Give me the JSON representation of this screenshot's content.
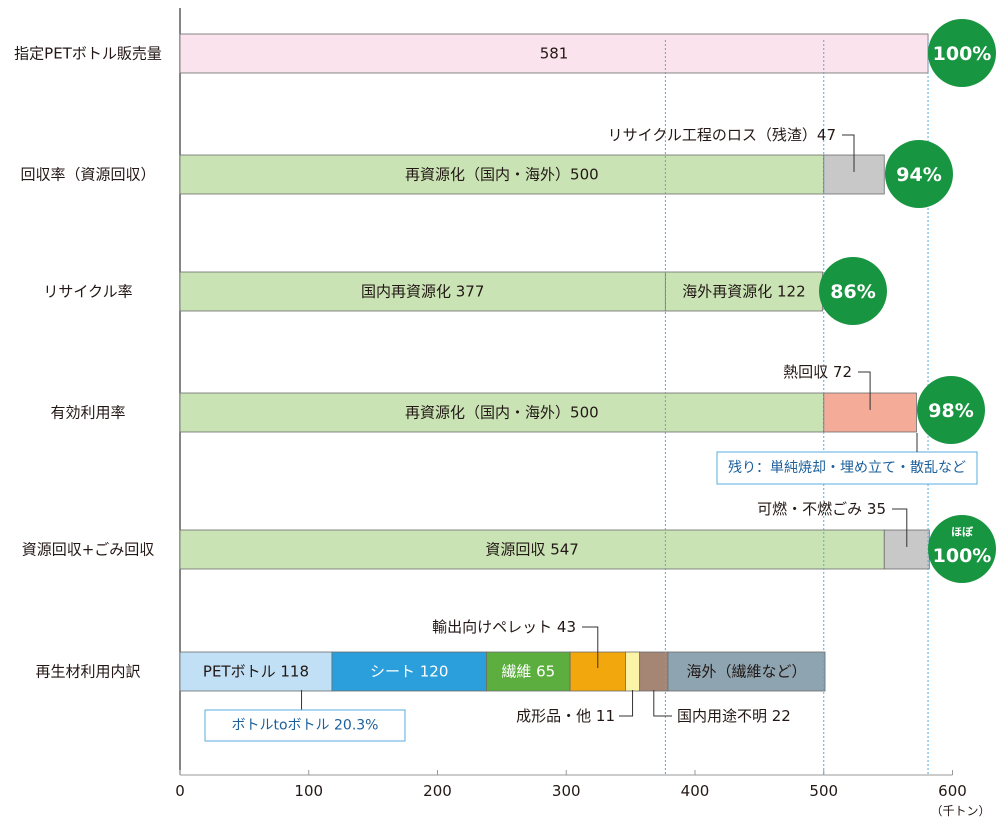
{
  "chart_data": {
    "type": "bar",
    "orientation": "horizontal",
    "stacked": true,
    "x_unit_label": "（千トン）",
    "xlim": [
      0,
      600
    ],
    "x_ticks": [
      "0",
      "100",
      "200",
      "300",
      "400",
      "500",
      "600"
    ],
    "reference_lines": [
      377,
      500,
      581
    ],
    "colors": {
      "sales": "#fae3ec",
      "recycle": "#c9e3b5",
      "residual": "#c8c8c8",
      "heat": "#f4ab97",
      "pet": "#c1e0f5",
      "sheet": "#2a9fdb",
      "fiber": "#5cae3f",
      "pellet": "#f2a80c",
      "molded": "#fbf4a8",
      "domestic_unknown": "#a58573",
      "overseas_fiber": "#8ea5b1",
      "badge": "#189541",
      "guide": "#56a9d9",
      "note_border": "#5aaee0",
      "note_text": "#1b5f9c"
    },
    "rows": [
      {
        "category": "指定PETボトル販売量",
        "segments": [
          {
            "label": "581",
            "value": 581,
            "color_key": "sales",
            "label_inside": true
          }
        ],
        "badge": "100%"
      },
      {
        "category": "回収率（資源回収）",
        "segments": [
          {
            "label": "再資源化（国内・海外）500",
            "value": 500,
            "color_key": "recycle",
            "label_inside": true
          },
          {
            "label": "リサイクル工程のロス（残渣）47",
            "value": 47,
            "color_key": "residual",
            "label_inside": false
          }
        ],
        "badge": "94%"
      },
      {
        "category": "リサイクル率",
        "segments": [
          {
            "label": "国内再資源化 377",
            "value": 377,
            "color_key": "recycle",
            "label_inside": true
          },
          {
            "label": "海外再資源化 122",
            "value": 122,
            "color_key": "recycle",
            "label_inside": true
          }
        ],
        "badge": "86%"
      },
      {
        "category": "有効利用率",
        "segments": [
          {
            "label": "再資源化（国内・海外）500",
            "value": 500,
            "color_key": "recycle",
            "label_inside": true
          },
          {
            "label": "熱回収 72",
            "value": 72,
            "color_key": "heat",
            "label_inside": false
          }
        ],
        "badge": "98%",
        "note": "残り：単純焼却・埋め立て・散乱など"
      },
      {
        "category": "資源回収+ごみ回収",
        "segments": [
          {
            "label": "資源回収 547",
            "value": 547,
            "color_key": "recycle",
            "label_inside": true
          },
          {
            "label": "可燃・不燃ごみ 35",
            "value": 35,
            "color_key": "residual",
            "label_inside": false
          }
        ],
        "badge_prefix": "ほぼ",
        "badge": "100%"
      },
      {
        "category": "再生材利用内訳",
        "segments": [
          {
            "label": "PETボトル 118",
            "value": 118,
            "color_key": "pet",
            "label_inside": true
          },
          {
            "label": "シート 120",
            "value": 120,
            "color_key": "sheet",
            "label_inside": true
          },
          {
            "label": "繊維 65",
            "value": 65,
            "color_key": "fiber",
            "label_inside": true
          },
          {
            "label": "輸出向けペレット 43",
            "value": 43,
            "color_key": "pellet",
            "label_inside": false
          },
          {
            "label": "成形品・他 11",
            "value": 11,
            "color_key": "molded",
            "label_inside": false
          },
          {
            "label": "国内用途不明 22",
            "value": 22,
            "color_key": "domestic_unknown",
            "label_inside": false
          },
          {
            "label": "海外（繊維など）",
            "value": 122,
            "color_key": "overseas_fiber",
            "label_inside": true
          }
        ],
        "note": "ボトルtoボトル 20.3%"
      }
    ]
  }
}
